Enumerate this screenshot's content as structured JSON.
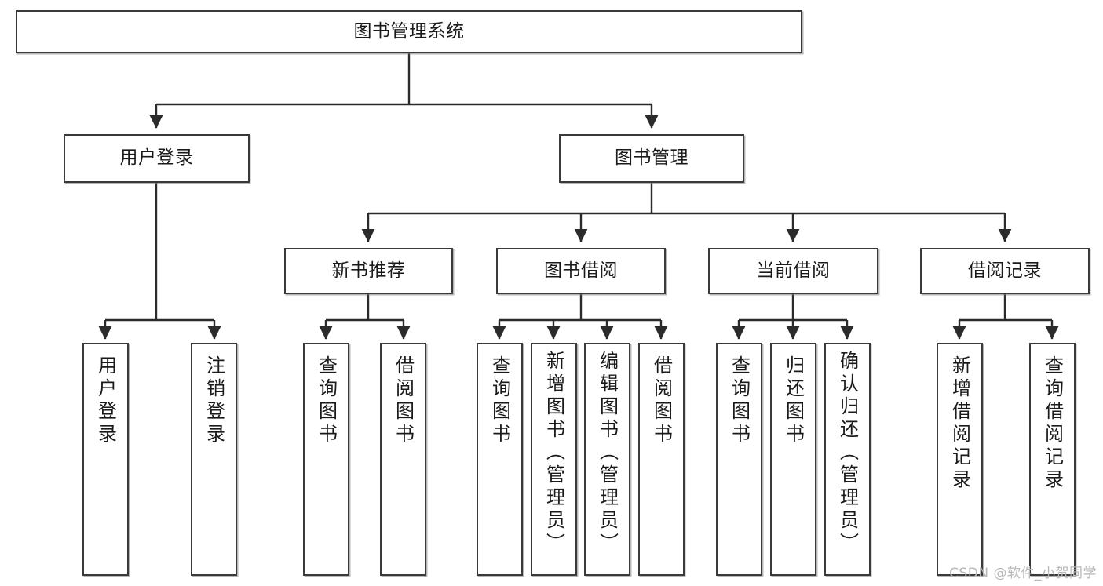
{
  "diagram": {
    "title": "图书管理系统",
    "type": "tree-hierarchy-diagram",
    "watermark": "CSDN @软件_小贺同学",
    "colors": {
      "box_border": "#3a3a3a",
      "box_fill": "#ffffff",
      "edge": "#2b2b2b",
      "text": "#1a1a1a",
      "watermark": "#b8b8b8"
    }
  },
  "nodes": {
    "root": {
      "label": "图书管理系统"
    },
    "level2": [
      {
        "label": "用户登录"
      },
      {
        "label": "图书管理"
      }
    ],
    "level3": [
      {
        "label": "新书推荐"
      },
      {
        "label": "图书借阅"
      },
      {
        "label": "当前借阅"
      },
      {
        "label": "借阅记录"
      }
    ],
    "leaves": {
      "user_login": [
        {
          "label": "用户登录"
        },
        {
          "label": "注销登录"
        }
      ],
      "new_book_recommend": [
        {
          "label": "查询图书"
        },
        {
          "label": "借阅图书"
        }
      ],
      "book_borrow": [
        {
          "label": "查询图书"
        },
        {
          "label": "新增图书（管理员）"
        },
        {
          "label": "编辑图书（管理员）"
        },
        {
          "label": "借阅图书"
        }
      ],
      "current_borrow": [
        {
          "label": "查询图书"
        },
        {
          "label": "归还图书"
        },
        {
          "label": "确认归还（管理员）"
        }
      ],
      "borrow_record": [
        {
          "label": "新增借阅记录"
        },
        {
          "label": "查询借阅记录"
        }
      ]
    }
  }
}
